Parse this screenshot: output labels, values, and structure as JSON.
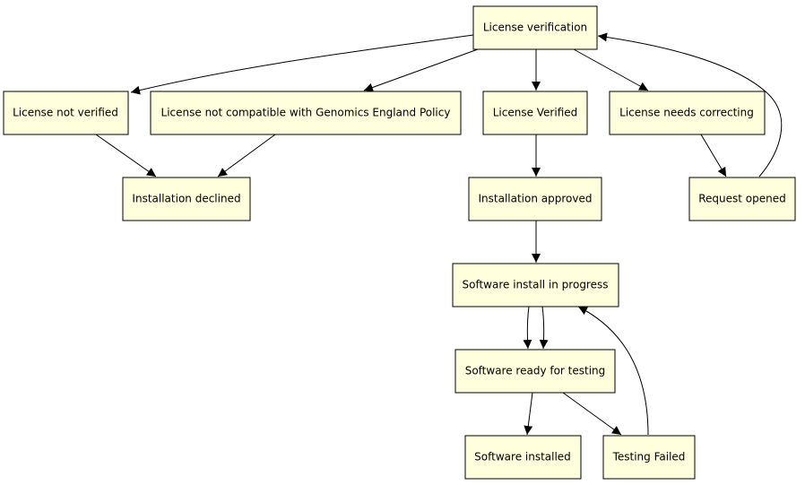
{
  "diagram": {
    "type": "flowchart",
    "node_fill": "#ffffdd",
    "line_color": "#000000",
    "nodes": {
      "license_verification": "License verification",
      "license_not_verified": "License not verified",
      "license_not_compatible": "License not compatible with Genomics England Policy",
      "license_verified": "License Verified",
      "license_needs_correcting": "License needs correcting",
      "installation_declined": "Installation declined",
      "installation_approved": "Installation approved",
      "request_opened": "Request opened",
      "software_install_in_progress": "Software install in progress",
      "software_ready_for_testing": "Software ready for testing",
      "software_installed": "Software installed",
      "testing_failed": "Testing Failed"
    },
    "edges": [
      {
        "from": "license_verification",
        "to": "license_not_verified"
      },
      {
        "from": "license_verification",
        "to": "license_not_compatible"
      },
      {
        "from": "license_verification",
        "to": "license_verified"
      },
      {
        "from": "license_verification",
        "to": "license_needs_correcting"
      },
      {
        "from": "license_not_verified",
        "to": "installation_declined"
      },
      {
        "from": "license_not_compatible",
        "to": "installation_declined"
      },
      {
        "from": "license_verified",
        "to": "installation_approved"
      },
      {
        "from": "license_needs_correcting",
        "to": "request_opened"
      },
      {
        "from": "request_opened",
        "to": "license_verification"
      },
      {
        "from": "installation_approved",
        "to": "software_install_in_progress"
      },
      {
        "from": "software_install_in_progress",
        "to": "software_ready_for_testing"
      },
      {
        "from": "software_install_in_progress",
        "to": "software_ready_for_testing"
      },
      {
        "from": "software_ready_for_testing",
        "to": "software_installed"
      },
      {
        "from": "software_ready_for_testing",
        "to": "testing_failed"
      },
      {
        "from": "testing_failed",
        "to": "software_install_in_progress"
      }
    ]
  }
}
